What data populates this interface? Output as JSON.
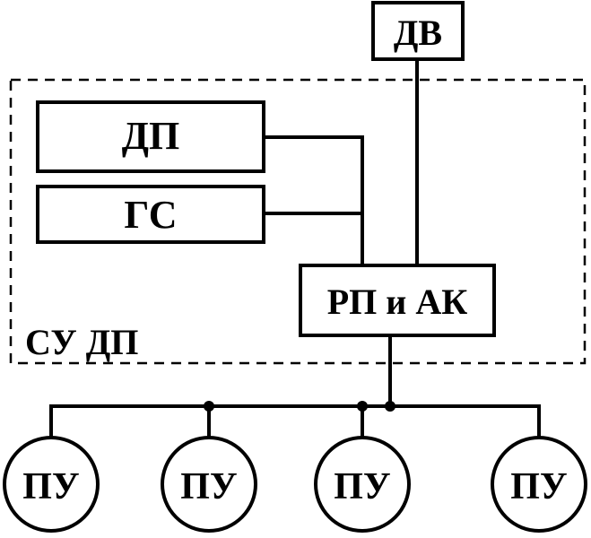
{
  "diagram": {
    "boundary_label": "СУ  ДП",
    "blocks": {
      "dv": "ДВ",
      "dp": "ДП",
      "gs": "ГС",
      "rp_ak": "РП и АК"
    },
    "terminals": [
      "ПУ",
      "ПУ",
      "ПУ",
      "ПУ"
    ]
  }
}
